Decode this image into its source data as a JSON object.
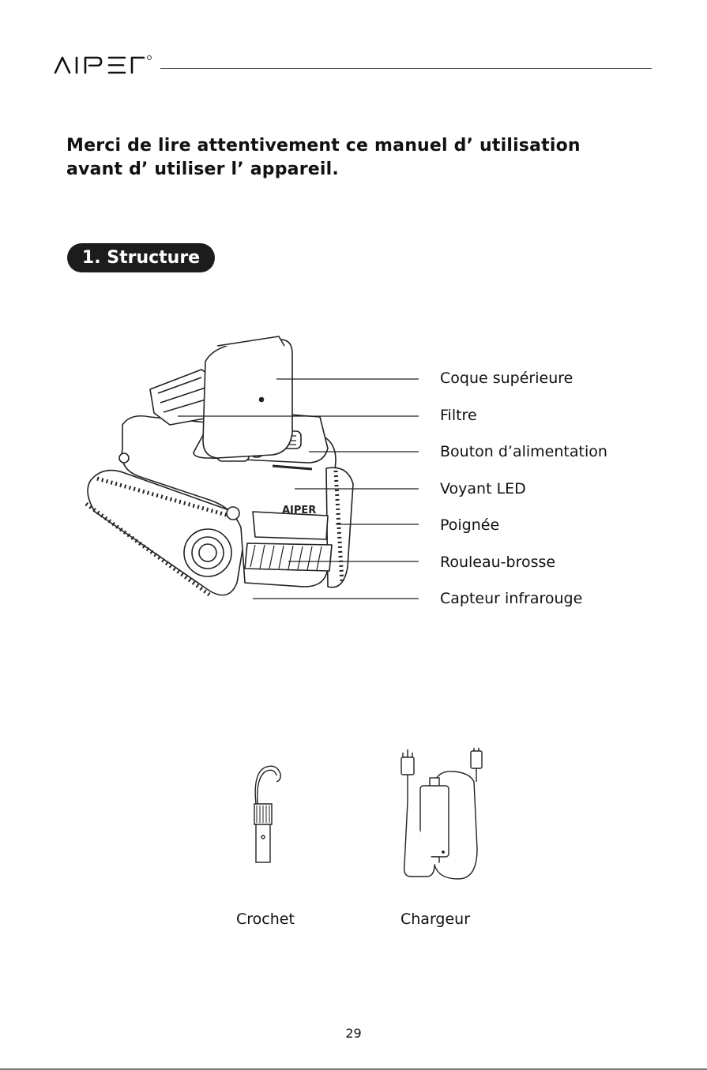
{
  "header": {
    "logo_text": "AIPER"
  },
  "intro": {
    "line1": "Merci de lire attentivement ce manuel d’ utilisation",
    "line2": "avant d’ utiliser l’ appareil."
  },
  "section": {
    "title": "1. Structure"
  },
  "structure_labels": [
    "Coque supérieure",
    "Filtre",
    "Bouton d’alimentation",
    "Voyant LED",
    "Poignée",
    "Rouleau-brosse",
    "Capteur infrarouge"
  ],
  "accessories": [
    {
      "name": "Crochet"
    },
    {
      "name": "Chargeur"
    }
  ],
  "page_number": "29"
}
